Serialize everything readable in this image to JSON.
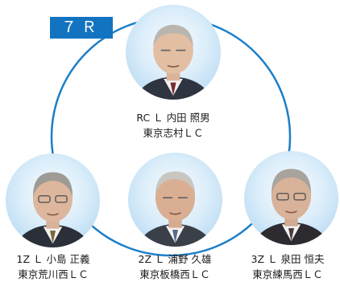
{
  "region_tab": "７Ｒ",
  "colors": {
    "tab_background": "#1274c0",
    "ring": "#1a7fc9",
    "photo_background": "#cfe6f7"
  },
  "members": [
    {
      "position": "RC Ｌ",
      "name": "内田 照男",
      "club": "東京志村ＬＣ",
      "photo_icon": "portrait-photo"
    },
    {
      "position": "1Z Ｌ",
      "name": "小島 正義",
      "club": "東京荒川西ＬＣ",
      "photo_icon": "portrait-photo"
    },
    {
      "position": "2Z Ｌ",
      "name": "浦野 久雄",
      "club": "東京板橋西ＬＣ",
      "photo_icon": "portrait-photo"
    },
    {
      "position": "3Z Ｌ",
      "name": "泉田 恒夫",
      "club": "東京練馬西ＬＣ",
      "photo_icon": "portrait-photo"
    }
  ]
}
